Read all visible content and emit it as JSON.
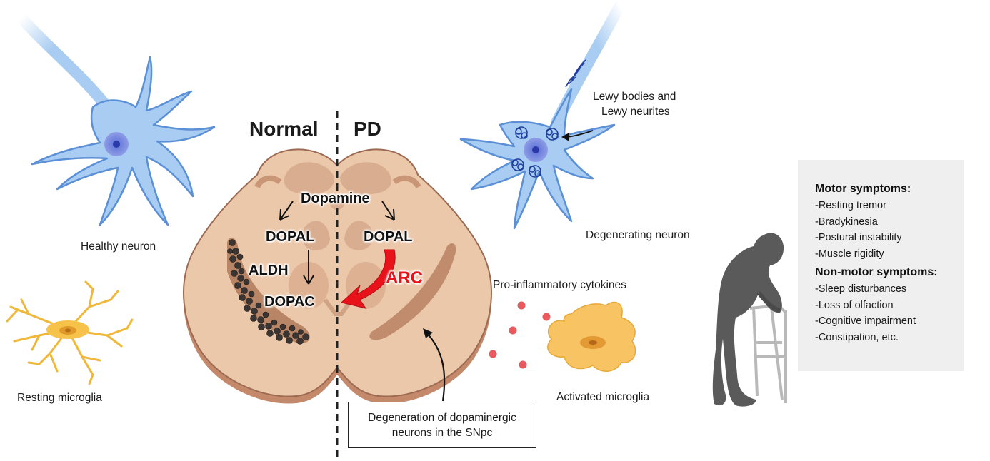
{
  "labels": {
    "normal": "Normal",
    "pd": "PD",
    "healthy_neuron": "Healthy neuron",
    "resting_microglia": "Resting microglia",
    "lewy_line1": "Lewy bodies and",
    "lewy_line2": "Lewy neurites",
    "degenerating_neuron": "Degenerating neuron",
    "pro_inflammatory": "Pro-inflammatory cytokines",
    "activated_microglia": "Activated microglia",
    "degeneration_box": "Degeneration of dopaminergic neurons in the SNpc"
  },
  "pathway": {
    "dopamine": "Dopamine",
    "dopal_left": "DOPAL",
    "dopal_right": "DOPAL",
    "aldh": "ALDH",
    "dopac": "DOPAC",
    "arc": "ARC"
  },
  "symptoms": {
    "motor_title": "Motor symptoms:",
    "motor": [
      "-Resting tremor",
      "-Bradykinesia",
      "-Postural instability",
      "-Muscle rigidity"
    ],
    "nonmotor_title": "Non-motor symptoms:",
    "nonmotor": [
      "-Sleep disturbances",
      "-Loss of olfaction",
      "-Cognitive impairment",
      "-Constipation, etc."
    ]
  },
  "colors": {
    "neuron_fill": "#a9cdf2",
    "neuron_stroke": "#5b8fd6",
    "nucleus": "#7d8fe0",
    "brain_fill": "#e8c4a5",
    "brain_dark": "#c9987a",
    "brain_stroke": "#9c6a52",
    "microglia_resting": "#f6c24a",
    "microglia_activated": "#f8c463",
    "cytokine": "#e85a5e",
    "arc_red": "#e8121b",
    "person": "#5a5a5a",
    "panel": "#efefef"
  }
}
